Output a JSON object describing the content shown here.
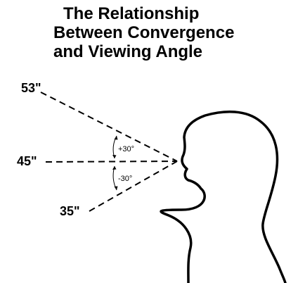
{
  "title": {
    "line1": "The Relationship",
    "line2": "Between Convergence",
    "line3": "and Viewing Angle"
  },
  "distances": {
    "upper": "53\"",
    "middle": "45\"",
    "lower": "35\""
  },
  "angles": {
    "upper": "+30°",
    "lower": "-30°"
  },
  "colors": {
    "ink": "#000000",
    "background": "#ffffff"
  }
}
